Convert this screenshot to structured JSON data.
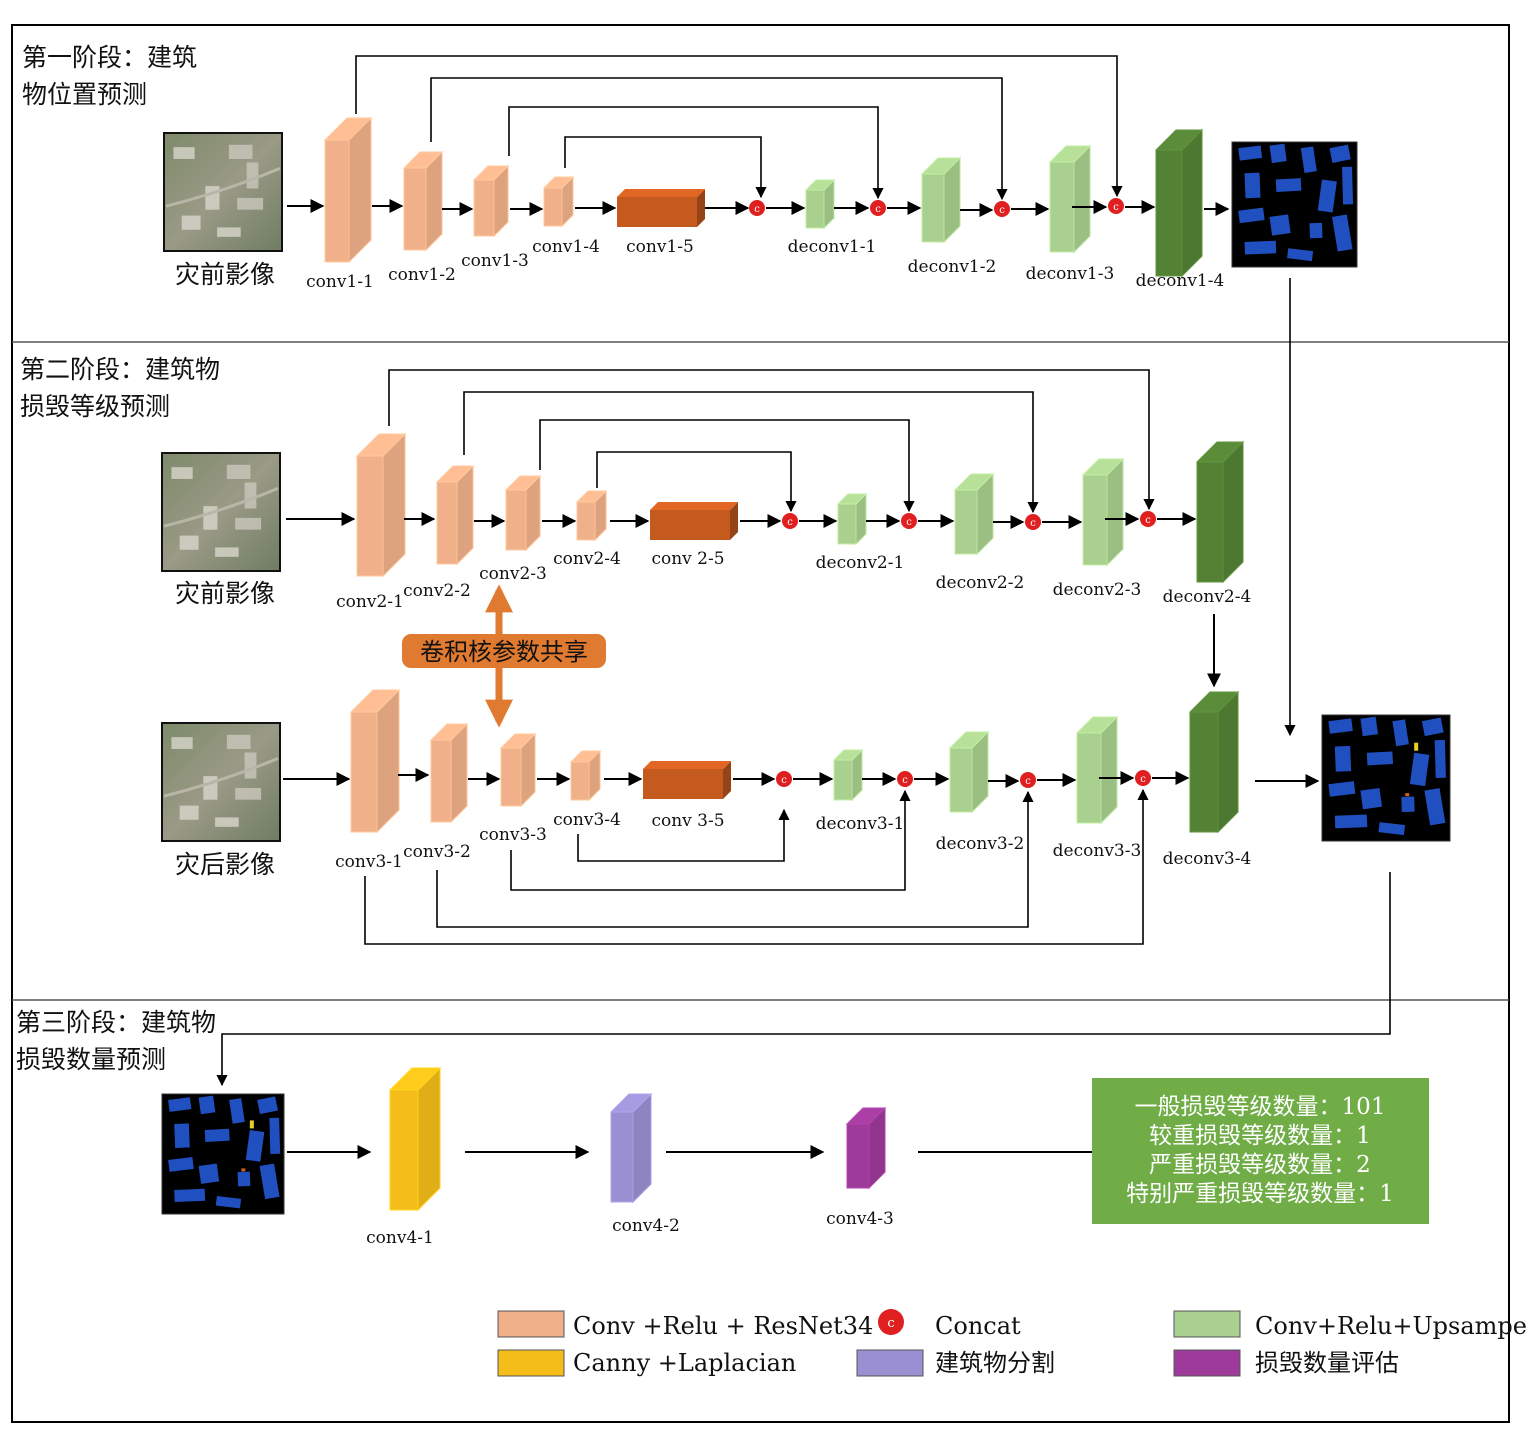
{
  "colors": {
    "conv": "#f0b089",
    "conv_side": "#e39a72",
    "bottleneck": "#c55a1f",
    "deconv_light": "#a9d08e",
    "deconv_dark": "#548235",
    "canny": "#f5bd1a",
    "segment": "#9a8fd0",
    "count": "#9e3a9a",
    "concat": "#e02020",
    "share_arrow": "#e07a30",
    "share_box": "#e07a30",
    "result_box": "#70ad47",
    "map_bg": "#000000",
    "map_building": "#2050c0"
  },
  "stages": {
    "s1": "第一阶段：建筑|物位置预测",
    "s2": "第二阶段：建筑物|损毁等级预测",
    "s3": "第三阶段：建筑物|损毁数量预测"
  },
  "images": {
    "pre": "灾前影像",
    "post": "灾后影像"
  },
  "row1": {
    "convs": [
      "conv1-1",
      "conv1-2",
      "conv1-3",
      "conv1-4",
      "conv1-5"
    ],
    "deconvs": [
      "deconv1-1",
      "deconv1-2",
      "deconv1-3",
      "deconv1-4"
    ]
  },
  "row2": {
    "convs": [
      "conv2-1",
      "conv2-2",
      "conv2-3",
      "conv2-4",
      "conv 2-5"
    ],
    "deconvs": [
      "deconv2-1",
      "deconv2-2",
      "deconv2-3",
      "deconv2-4"
    ]
  },
  "row3": {
    "convs": [
      "conv3-1",
      "conv3-2",
      "conv3-3",
      "conv3-4",
      "conv 3-5"
    ],
    "deconvs": [
      "deconv3-1",
      "deconv3-2",
      "deconv3-3",
      "deconv3-4"
    ]
  },
  "stage3": {
    "convs": [
      "conv4-1",
      "conv4-2",
      "conv4-3"
    ]
  },
  "share_label": "卷积核参数共享",
  "concat_symbol": "c",
  "results": [
    "一般损毁等级数量：101",
    "较重损毁等级数量：1",
    "严重损毁等级数量：2",
    "特别严重损毁等级数量：1"
  ],
  "legend": {
    "conv": "Conv +Relu + ResNet34",
    "concat": "Concat",
    "deconv": "Conv+Relu+Upsampe",
    "canny": "Canny +Laplacian",
    "segment": "建筑物分割",
    "count": "损毁数量评估"
  }
}
